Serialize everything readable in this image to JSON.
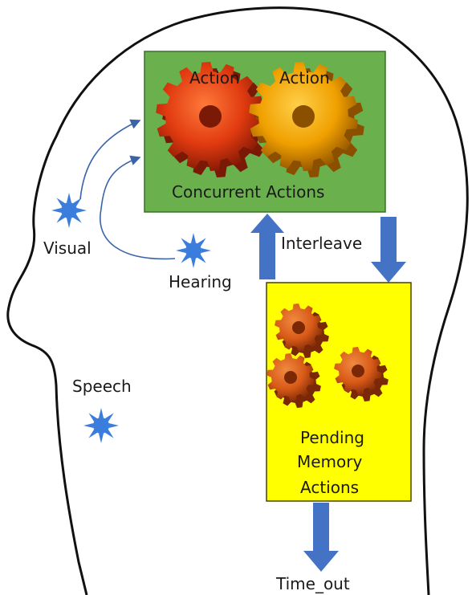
{
  "labels": {
    "action_1": "Action",
    "action_2": "Action",
    "concurrent": "Concurrent Actions",
    "interleave": "Interleave",
    "visual": "Visual",
    "hearing": "Hearing",
    "speech": "Speech",
    "pending_line1": "Pending",
    "pending_line2": "Memory",
    "pending_line3": "Actions",
    "time_out": "Time_out"
  },
  "colors": {
    "concurrent_box": "#6ab04c",
    "pending_box": "#ffff00",
    "arrow": "#4472c4",
    "sense_star": "#3b7ddd",
    "gear_red": "#e03a10",
    "gear_orange": "#f0a000",
    "gear_small": "#e0601a",
    "head_outline": "#111111"
  },
  "icons": {
    "visual": "star-burst-icon",
    "hearing": "star-burst-icon",
    "speech": "star-burst-icon",
    "gears": "gear-icon"
  }
}
